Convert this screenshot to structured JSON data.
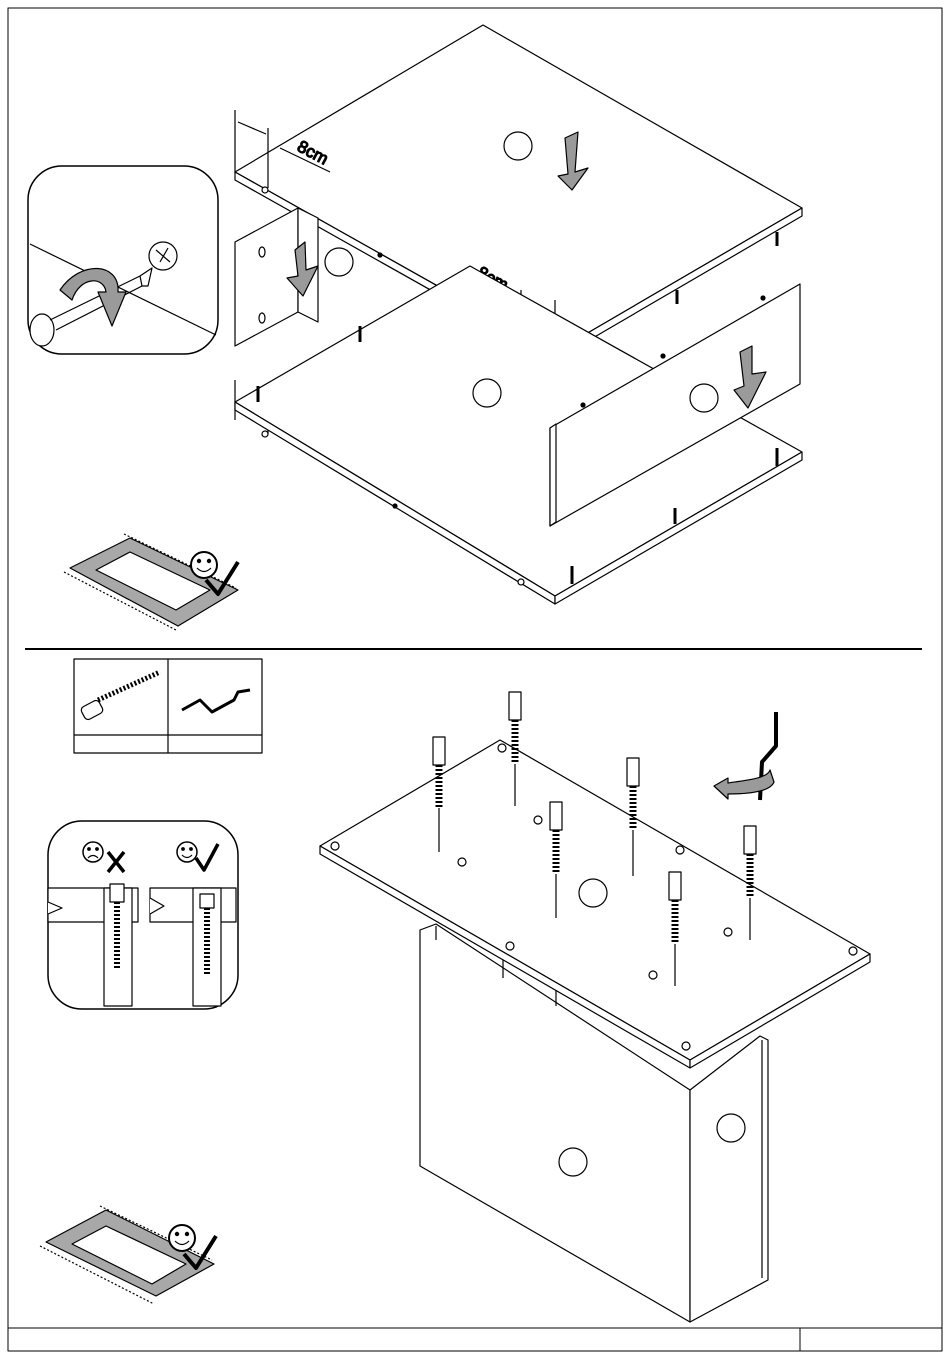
{
  "step1": {
    "dimension_labels": [
      "8cm",
      "8cm",
      "8cm",
      "8cm"
    ],
    "inset_icons": [
      "screwdriver-icon",
      "cam-lock-icon",
      "rotate-arrow-icon"
    ],
    "mat_icon": "smiley-check-icon"
  },
  "step2": {
    "parts_table": {
      "items": [
        "screw-dowel-icon",
        "hex-key-icon"
      ],
      "captions": [
        "",
        ""
      ]
    },
    "correct_wrong_inset": [
      "sad-cross-icon",
      "happy-check-icon"
    ],
    "mat_icon": "smiley-check-icon"
  },
  "footer": {
    "left_cell": "",
    "right_cell": ""
  },
  "colors": {
    "line": "#000000",
    "arrow_fill": "#9a9a9a",
    "mat_fill": "#a8a8a8"
  }
}
